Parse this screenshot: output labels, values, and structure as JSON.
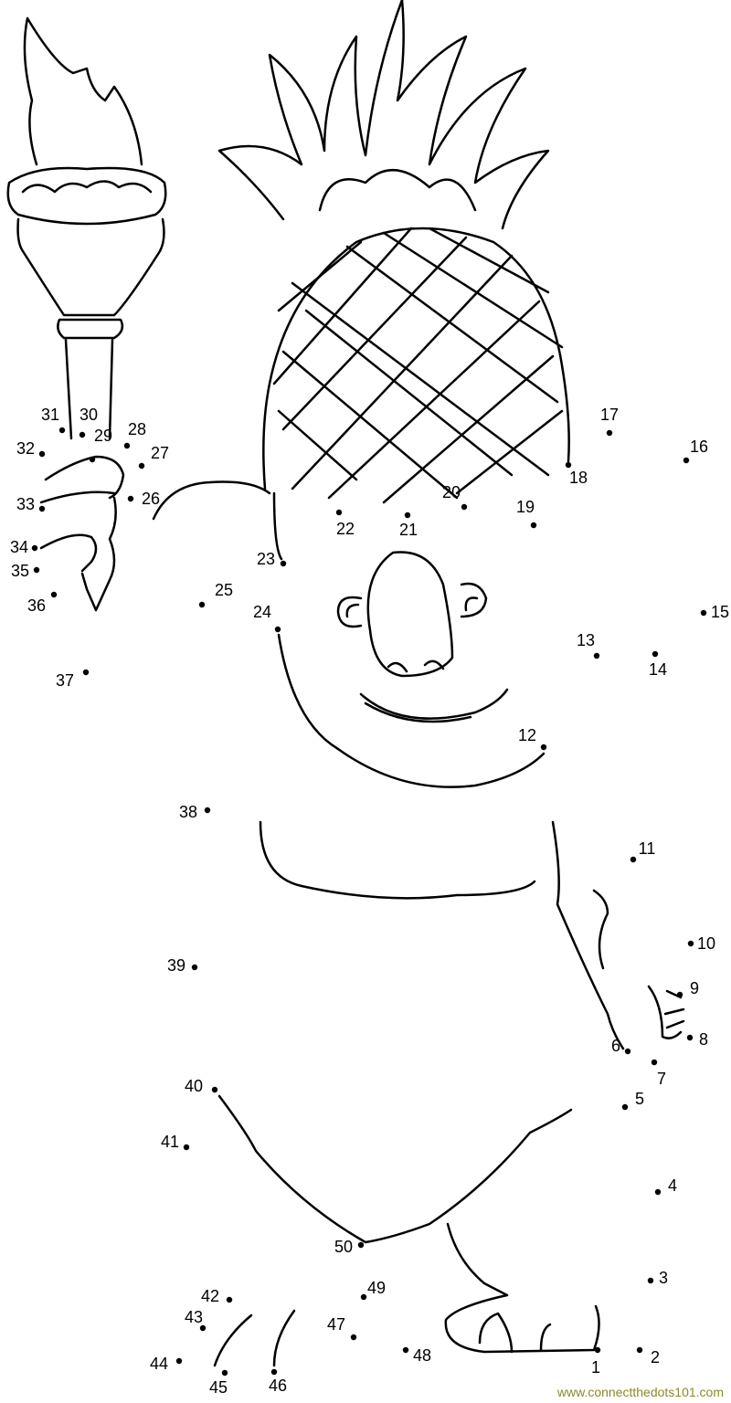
{
  "dots": [
    "1",
    "2",
    "3",
    "4",
    "5",
    "6",
    "7",
    "8",
    "9",
    "10",
    "11",
    "12",
    "13",
    "14",
    "15",
    "16",
    "17",
    "18",
    "19",
    "20",
    "21",
    "22",
    "23",
    "24",
    "25",
    "26",
    "27",
    "28",
    "29",
    "30",
    "31",
    "32",
    "33",
    "34",
    "35",
    "36",
    "37",
    "38",
    "39",
    "40",
    "41",
    "42",
    "43",
    "44",
    "45",
    "46",
    "47",
    "48",
    "49",
    "50"
  ],
  "watermark": "www.connectthedots101.com",
  "colors": {
    "line": "#000000",
    "watermark": "#8a8a2a"
  }
}
